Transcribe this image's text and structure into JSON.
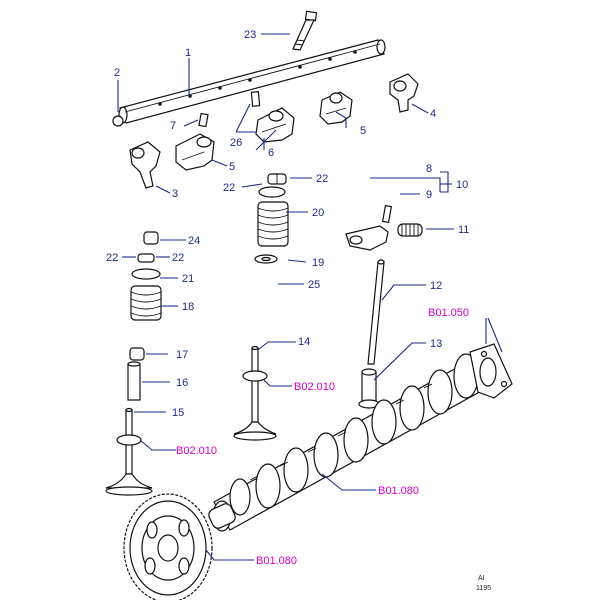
{
  "callouts": {
    "c1": "1",
    "c2": "2",
    "c3": "3",
    "c4": "4",
    "c5a": "5",
    "c5b": "5",
    "c6": "6",
    "c7": "7",
    "c8": "8",
    "c9": "9",
    "c10": "10",
    "c11": "11",
    "c12": "12",
    "c13": "13",
    "c14": "14",
    "c15": "15",
    "c16": "16",
    "c17": "17",
    "c18": "18",
    "c19": "19",
    "c20": "20",
    "c21": "21",
    "c22a": "22",
    "c22b": "22",
    "c22c": "22",
    "c22d": "22",
    "c23": "23",
    "c24": "24",
    "c25": "25",
    "c26": "26"
  },
  "references": {
    "r1": "B01.050",
    "r2": "B02.010",
    "r3": "B02.010",
    "r4": "B01.080",
    "r5": "B01.080"
  },
  "stamp": {
    "line1": "AI",
    "line2": "1195"
  },
  "colors": {
    "callout": "#1a2a8c",
    "reference": "#d400c8"
  }
}
